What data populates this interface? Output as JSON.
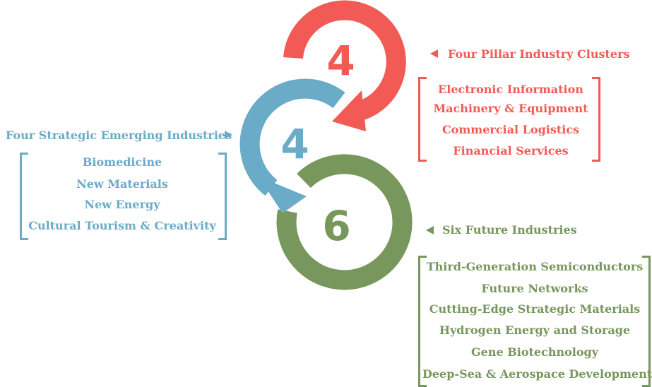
{
  "colors": {
    "red": "#f25a55",
    "blue": "#6aabc8",
    "green": "#77975c"
  },
  "red_group": {
    "number": "4",
    "heading": "Four Pillar Industry Clusters",
    "items": [
      "Electronic Information",
      "Machinery & Equipment",
      "Commercial Logistics",
      "Financial Services"
    ]
  },
  "blue_group": {
    "number": "4",
    "heading": "Four Strategic Emerging Industries",
    "items": [
      "Biomedicine",
      "New Materials",
      "New Energy",
      "Cultural Tourism & Creativity"
    ]
  },
  "green_group": {
    "number": "6",
    "heading": "Six Future Industries",
    "items": [
      "Third-Generation Semiconductors",
      "Future Networks",
      "Cutting-Edge Strategic Materials",
      "Hydrogen Energy and Storage",
      "Gene Biotechnology",
      "Deep-Sea & Aerospace Development"
    ]
  }
}
